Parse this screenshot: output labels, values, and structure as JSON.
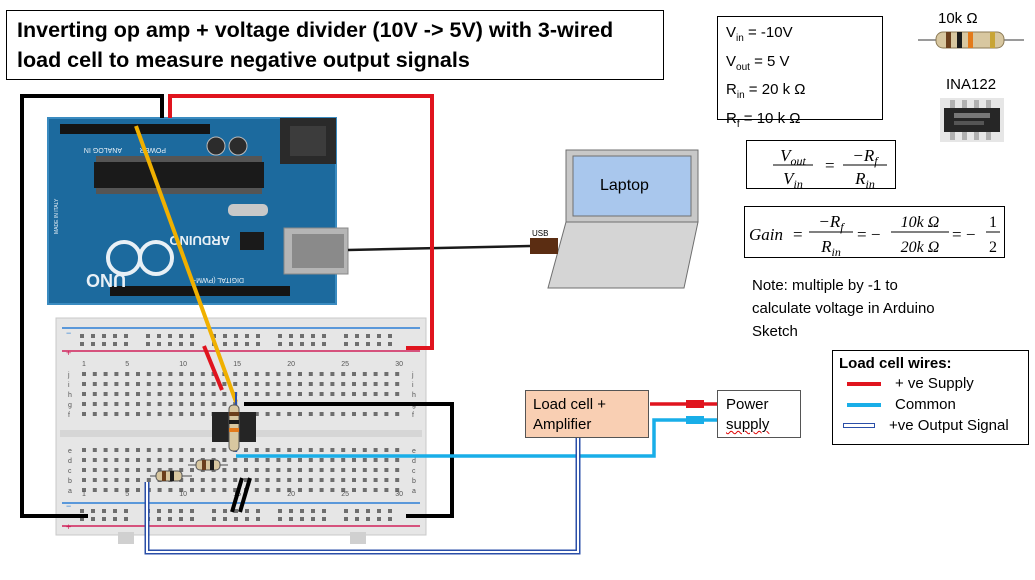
{
  "title": {
    "line1": "Inverting op amp + voltage divider (10V -> 5V) with 3-wired",
    "line2": "load cell to measure negative output signals"
  },
  "params": [
    {
      "sym": "V",
      "sub": "in",
      "val": " = -10V"
    },
    {
      "sym": "V",
      "sub": "out",
      "val": " = 5 V"
    },
    {
      "sym": "R",
      "sub": "in",
      "val": " = 20 k Ω"
    },
    {
      "sym": "R",
      "sub": "f",
      "val": " = 10 k Ω"
    }
  ],
  "resistor_label": "10k Ω",
  "ic_label": "INA122",
  "laptop_label": "Laptop",
  "usb_label": "USB",
  "formula1": {
    "lhs_num": "V",
    "lhs_num_sub": "out",
    "lhs_den": "V",
    "lhs_den_sub": "in",
    "rhs_num": "−R",
    "rhs_num_sub": "f",
    "rhs_den": "R",
    "rhs_den_sub": "in"
  },
  "formula2": {
    "gain": "Gain",
    "num1": "−R",
    "num1_sub": "f",
    "den1": "R",
    "den1_sub": "in",
    "num2": "10k Ω",
    "den2": "20k Ω",
    "num3": "1",
    "den3": "2"
  },
  "note": {
    "line1": "Note: multiple by -1 to",
    "line2": "calculate voltage in Arduino",
    "line3": "Sketch"
  },
  "legend": {
    "title": "Load cell wires:",
    "items": [
      {
        "label": "+ ve Supply",
        "color": "#e0141e"
      },
      {
        "label": "Common",
        "color": "#19aee8"
      },
      {
        "label": "+ve Output Signal",
        "color": "#2b4fa8"
      }
    ]
  },
  "load_cell_box": {
    "line1": "Load cell +",
    "line2": "Amplifier"
  },
  "power_supply_box": {
    "line1": "Power",
    "line2": "supply"
  },
  "arduino": {
    "brand": "ARDUINO",
    "model": "UNO",
    "analog_label": "ANALOG IN",
    "power_label": "POWER",
    "digital_label": "DIGITAL (PWM~)",
    "made_in": "MADE IN ITALY"
  },
  "breadboard": {
    "col_numbers": [
      "1",
      "5",
      "10",
      "15",
      "20",
      "25",
      "30"
    ],
    "row_letters_top": [
      "j",
      "i",
      "h",
      "g",
      "f"
    ],
    "row_letters_bottom": [
      "e",
      "d",
      "c",
      "b",
      "a"
    ]
  }
}
